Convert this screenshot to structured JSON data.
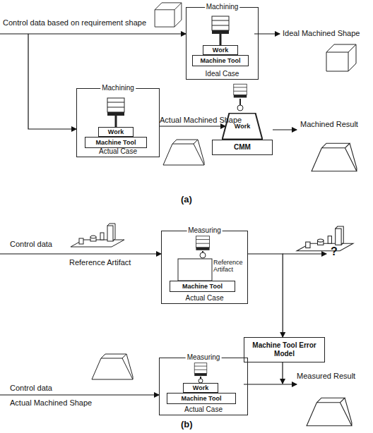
{
  "diagram": {
    "nodes": [
      {
        "text": [
          "Machining",
          "Ideal Case"
        ]
      },
      {
        "text": [
          "Work"
        ],
        "in": 0
      },
      {
        "text": [
          "Machine Tool"
        ],
        "in": 0
      },
      {
        "text": [
          "Machining",
          "Actual Case"
        ]
      },
      {
        "text": [
          "Work"
        ],
        "in": 3
      },
      {
        "text": [
          "Machine Tool"
        ],
        "in": 3
      },
      {
        "text": [
          "Work"
        ]
      },
      {
        "text": [
          "CMM"
        ]
      },
      {
        "text": [
          "Measuring",
          "Actual Case"
        ]
      },
      {
        "text": [
          "Machine Tool"
        ],
        "in": 8
      },
      {
        "text": [
          "Machine Tool Error Model"
        ]
      },
      {
        "text": [
          "Measuring",
          "Actual Case"
        ]
      },
      {
        "text": [
          "Work"
        ],
        "in": 11
      },
      {
        "text": [
          "Machine Tool"
        ],
        "in": 11
      }
    ],
    "edges": [
      {
        "from": 3,
        "to": 6,
        "arrow": "to"
      },
      {
        "from": 8,
        "to": 10,
        "arrow": "to"
      }
    ],
    "labels": [
      "Control data based on requirement shape",
      "Ideal Machined Shape",
      "Actual Machined Shape",
      "Machined Result",
      "(a)",
      "Control data",
      "Reference Artifact",
      "Reference Artifact",
      "?",
      "Control data",
      "Actual Machined Shape",
      "Measured Result",
      "(b)"
    ]
  }
}
